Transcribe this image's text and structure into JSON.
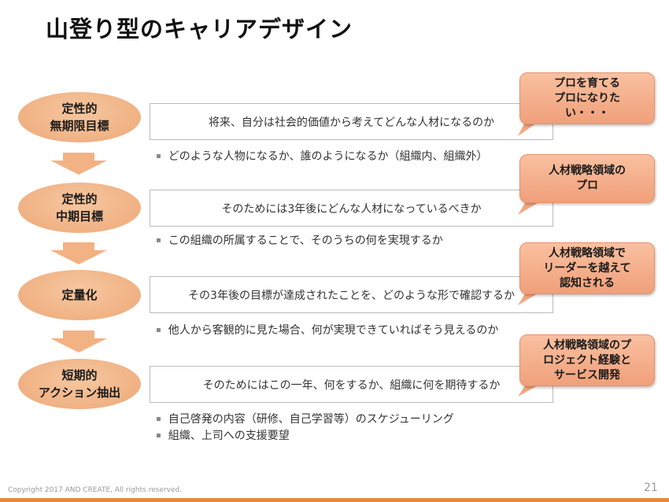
{
  "title": "山登り型のキャリアデザイン",
  "steps": [
    {
      "lines": [
        "定性的",
        "無期限目標"
      ],
      "question": "将来、自分は社会的価値から考えてどんな人材になるのか",
      "bullets": [
        "どのような人物になるか、誰のようになるか（組織内、組織外）"
      ],
      "callout": [
        "プロを育てる",
        "プロになりた",
        "い・・・"
      ]
    },
    {
      "lines": [
        "定性的",
        "中期目標"
      ],
      "question": "そのためには3年後にどんな人材になっているべきか",
      "bullets": [
        "この組織の所属することで、そのうちの何を実現するか"
      ],
      "callout": [
        "人材戦略領域の",
        "プロ"
      ]
    },
    {
      "lines": [
        "定量化"
      ],
      "question": "その3年後の目標が達成されたことを、どのような形で確認するか",
      "bullets": [
        "他人から客観的に見た場合、何が実現できていればそう見えるのか"
      ],
      "callout": [
        "人材戦略領域で",
        "リーダーを越えて",
        "認知される"
      ]
    },
    {
      "lines": [
        "短期的",
        "アクション抽出"
      ],
      "question": "そのためにはこの一年、何をするか、組織に何を期待するか",
      "bullets": [
        "自己啓発の内容（研修、自己学習等）のスケジューリング",
        "組織、上司への支援要望"
      ],
      "callout": [
        "人材戦略領域のプ",
        "ロジェクト経験と",
        "サービス開発"
      ]
    }
  ],
  "footer": {
    "copyright": "Copyright 2017 AND CREATE, All rights reserved.",
    "page": "21"
  },
  "colors": {
    "accent": "#e8883a",
    "oval": "#f0b080",
    "callout": "#f5ae88"
  }
}
